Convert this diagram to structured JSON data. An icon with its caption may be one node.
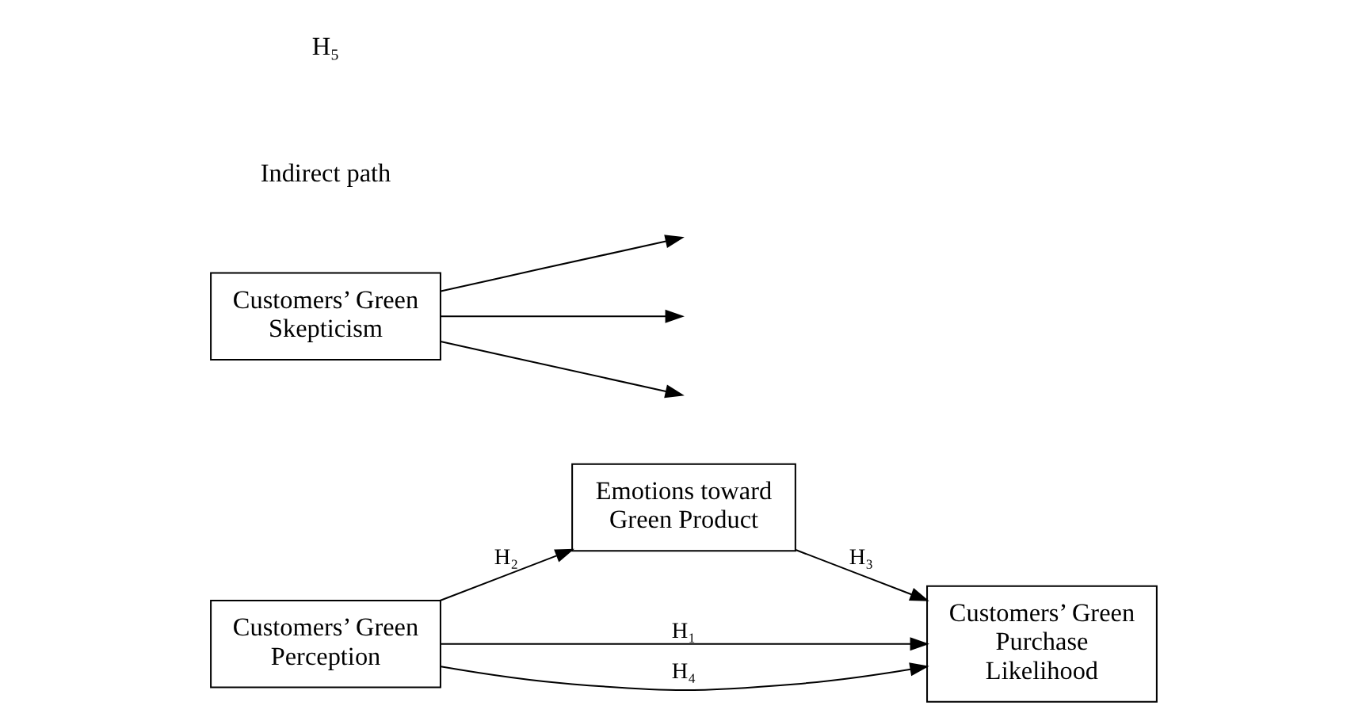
{
  "diagram": {
    "nodes": [
      {
        "text": [
          "Emotions toward Green Product"
        ]
      },
      {
        "text": [
          "Customers’ Green Perception"
        ]
      },
      {
        "text": [
          "Customers’ Green Purchase Likelihood"
        ]
      },
      {
        "text": [
          "Customers’ Green Skepticism"
        ]
      }
    ],
    "edges": [
      {
        "from": 1,
        "to": 2,
        "arrow": "to",
        "label": "H₁"
      },
      {
        "from": 1,
        "to": 0,
        "arrow": "to",
        "label": "H₂"
      },
      {
        "from": 0,
        "to": 2,
        "arrow": "to",
        "label": "H₃"
      },
      {
        "from": 1,
        "to": 2,
        "arrow": "to",
        "label": "H₄"
      },
      {
        "from": 3,
        "to": null,
        "arrow": "to"
      },
      {
        "from": 3,
        "to": null,
        "arrow": "to"
      },
      {
        "from": 3,
        "to": null,
        "arrow": "to"
      }
    ],
    "labels": [
      "Indirect path",
      "H₅"
    ]
  }
}
